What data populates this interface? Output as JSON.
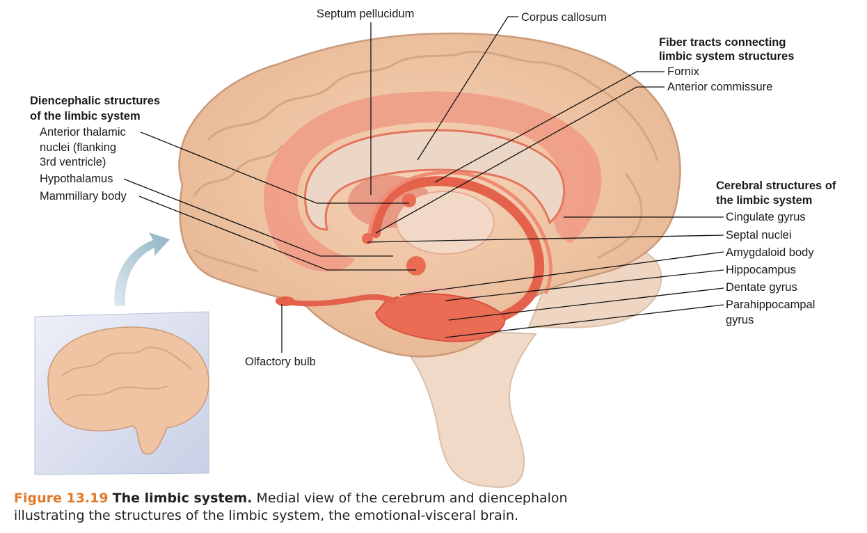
{
  "labels": {
    "septum_pellucidum": "Septum pellucidum",
    "corpus_callosum": "Corpus callosum",
    "fiber_heading_1": "Fiber tracts connecting",
    "fiber_heading_2": "limbic system structures",
    "fornix": "Fornix",
    "anterior_commissure": "Anterior commissure",
    "dien_heading_1": "Diencephalic structures",
    "dien_heading_2": "of the limbic system",
    "anterior_thalamic_1": "Anterior thalamic",
    "anterior_thalamic_2": "nuclei (flanking",
    "anterior_thalamic_3": "3rd ventricle)",
    "hypothalamus": "Hypothalamus",
    "mammillary_body": "Mammillary body",
    "cerebral_heading_1": "Cerebral structures of",
    "cerebral_heading_2": "the limbic system",
    "cingulate_gyrus": "Cingulate gyrus",
    "septal_nuclei": "Septal nuclei",
    "amygdaloid_body": "Amygdaloid body",
    "hippocampus": "Hippocampus",
    "dentate_gyrus": "Dentate gyrus",
    "parahippocampal_1": "Parahippocampal",
    "parahippocampal_2": "gyrus",
    "olfactory_bulb": "Olfactory bulb"
  },
  "caption": {
    "number": "Figure 13.19",
    "title": "The limbic system.",
    "text_line1": "Medial view of the cerebrum and diencephalon",
    "text_line2": "illustrating the structures of the limbic system, the emotional-visceral brain."
  },
  "colors": {
    "brain_tan": "#f2c8a6",
    "brain_outline": "#c99a7a",
    "limbic_red": "#e8614b",
    "limbic_light": "#f4a08c",
    "caption_accent": "#e07a2b",
    "arrow_blue": "#9fbfd0"
  }
}
